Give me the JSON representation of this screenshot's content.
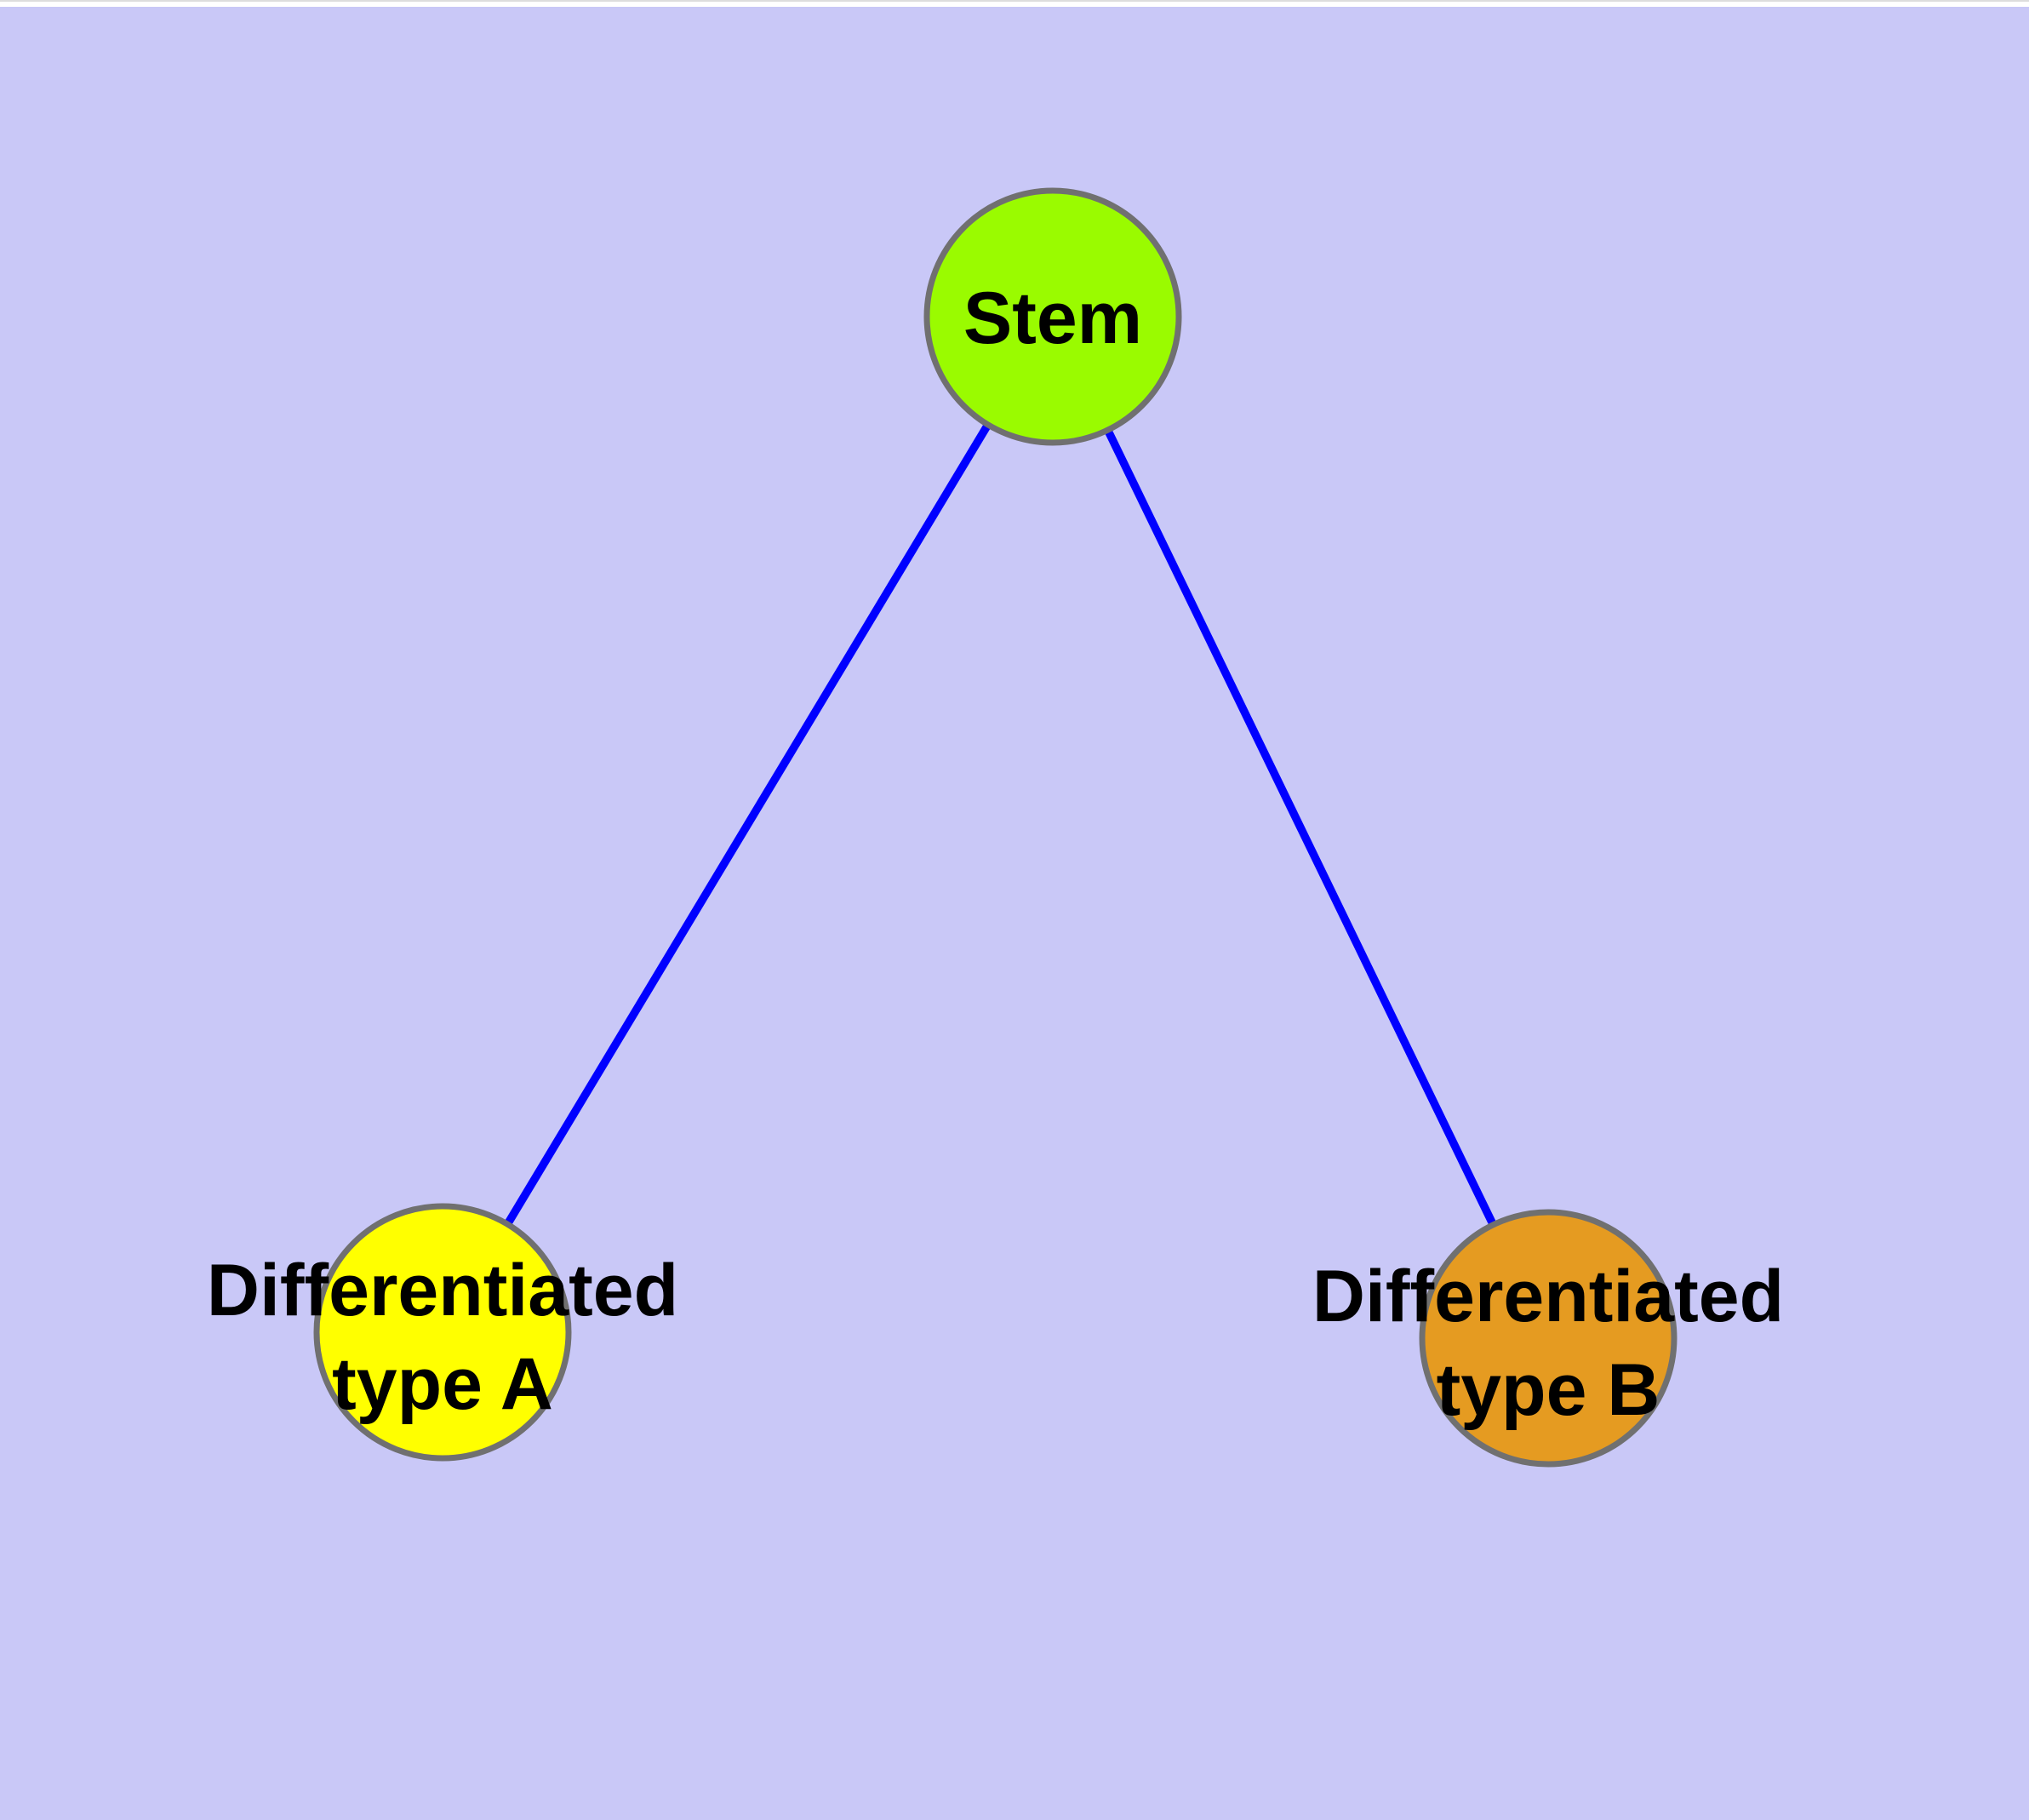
{
  "diagram": {
    "type": "graph",
    "description": "Stem cell differentiation graph with one stem node connected to two differentiated cell type nodes",
    "background_color": "#C9C8F7",
    "top_strip_color": "#FFFFFF",
    "top_strip_line_color": "#DDDDDD",
    "edge_color": "#0000FF",
    "node_border_color": "#707070",
    "text_color": "#000000",
    "nodes": [
      {
        "id": "stem",
        "label": "Stem",
        "lines": [
          "Stem"
        ],
        "fill": "#9AFB00"
      },
      {
        "id": "differentiated-type-a",
        "label": "Differentiated type A",
        "lines": [
          "Differentiated",
          "type A"
        ],
        "fill": "#FFFF00"
      },
      {
        "id": "differentiated-type-b",
        "label": "Differentiated type B",
        "lines": [
          "Differentiated",
          "type B"
        ],
        "fill": "#E59B21"
      }
    ],
    "edges": [
      {
        "from": "Stem",
        "to": "Differentiated type A"
      },
      {
        "from": "Stem",
        "to": "Differentiated type B"
      }
    ]
  }
}
